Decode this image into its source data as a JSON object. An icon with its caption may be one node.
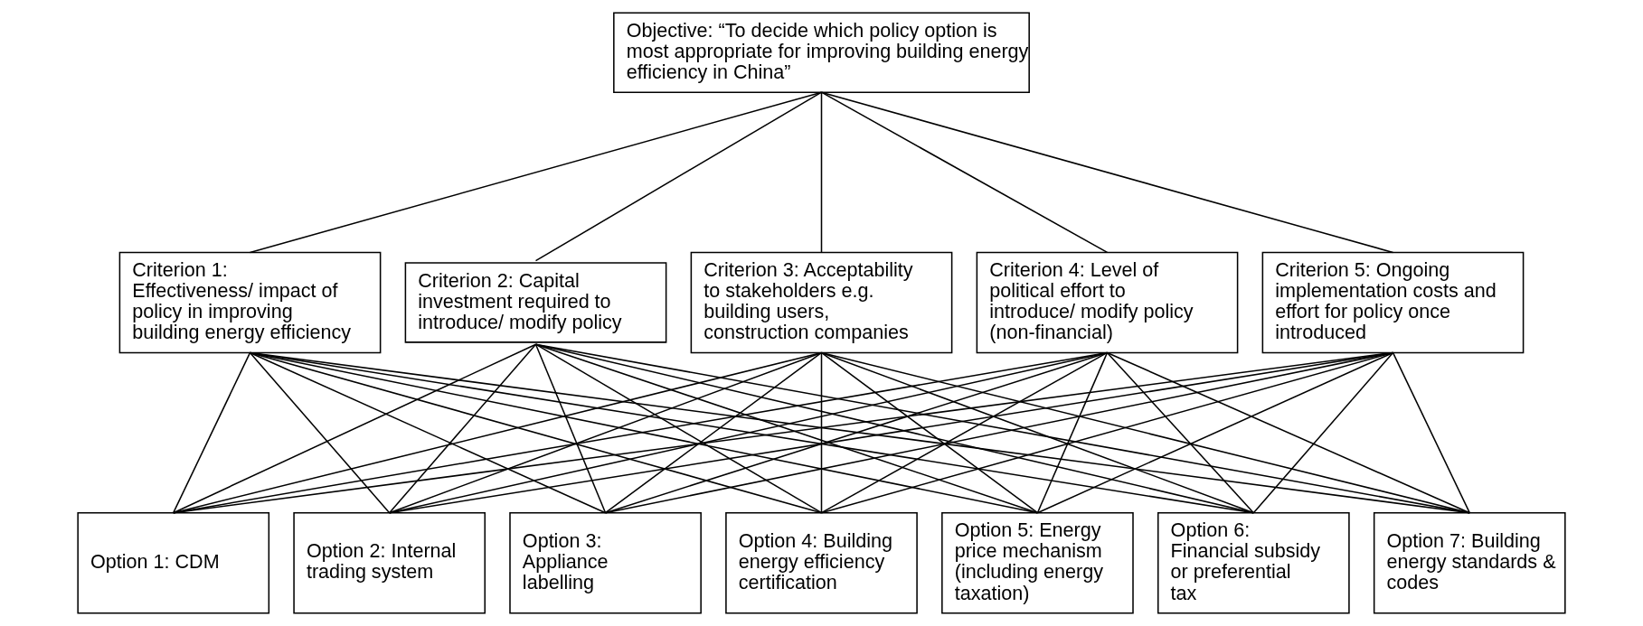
{
  "diagram": {
    "nodes": [
      {
        "text": [
          "Objective: “To decide which policy option is most appropriate for improving building energy efficiency in China”"
        ]
      },
      {
        "text": [
          "Criterion 1: Effectiveness/ impact of policy in improving building energy efficiency"
        ]
      },
      {
        "text": [
          "Criterion 2: Capital investment required to introduce/ modify policy"
        ]
      },
      {
        "text": [
          "Criterion 3: Acceptability to stakeholders e.g. building users, construction companies"
        ]
      },
      {
        "text": [
          "Criterion 4: Level of political effort to introduce/ modify policy (non-financial)"
        ]
      },
      {
        "text": [
          "Criterion 5: Ongoing implementation costs and effort for policy once introduced"
        ]
      },
      {
        "text": [
          "Option 1: CDM"
        ]
      },
      {
        "text": [
          "Option 2: Internal trading system"
        ]
      },
      {
        "text": [
          "Option 3: Appliance labelling"
        ]
      },
      {
        "text": [
          "Option 4: Building energy efficiency certification"
        ]
      },
      {
        "text": [
          "Option 5: Energy price mechanism (including energy taxation)"
        ]
      },
      {
        "text": [
          "Option 6: Financial subsidy or preferential tax"
        ]
      },
      {
        "text": [
          "Option 7: Building energy standards & codes"
        ]
      }
    ],
    "edges": [
      {
        "from": 0,
        "to": 1,
        "arrow": "none"
      },
      {
        "from": 0,
        "to": 2,
        "arrow": "none"
      },
      {
        "from": 0,
        "to": 3,
        "arrow": "none"
      },
      {
        "from": 0,
        "to": 4,
        "arrow": "none"
      },
      {
        "from": 0,
        "to": 5,
        "arrow": "none"
      },
      {
        "from": 1,
        "to": 6,
        "arrow": "none"
      },
      {
        "from": 1,
        "to": 7,
        "arrow": "none"
      },
      {
        "from": 1,
        "to": 8,
        "arrow": "none"
      },
      {
        "from": 1,
        "to": 9,
        "arrow": "none"
      },
      {
        "from": 1,
        "to": 10,
        "arrow": "none"
      },
      {
        "from": 1,
        "to": 11,
        "arrow": "none"
      },
      {
        "from": 1,
        "to": 12,
        "arrow": "none"
      },
      {
        "from": 2,
        "to": 6,
        "arrow": "none"
      },
      {
        "from": 2,
        "to": 7,
        "arrow": "none"
      },
      {
        "from": 2,
        "to": 8,
        "arrow": "none"
      },
      {
        "from": 2,
        "to": 9,
        "arrow": "none"
      },
      {
        "from": 2,
        "to": 10,
        "arrow": "none"
      },
      {
        "from": 2,
        "to": 11,
        "arrow": "none"
      },
      {
        "from": 2,
        "to": 12,
        "arrow": "none"
      },
      {
        "from": 3,
        "to": 6,
        "arrow": "none"
      },
      {
        "from": 3,
        "to": 7,
        "arrow": "none"
      },
      {
        "from": 3,
        "to": 8,
        "arrow": "none"
      },
      {
        "from": 3,
        "to": 9,
        "arrow": "none"
      },
      {
        "from": 3,
        "to": 10,
        "arrow": "none"
      },
      {
        "from": 3,
        "to": 11,
        "arrow": "none"
      },
      {
        "from": 3,
        "to": 12,
        "arrow": "none"
      },
      {
        "from": 4,
        "to": 6,
        "arrow": "none"
      },
      {
        "from": 4,
        "to": 7,
        "arrow": "none"
      },
      {
        "from": 4,
        "to": 8,
        "arrow": "none"
      },
      {
        "from": 4,
        "to": 9,
        "arrow": "none"
      },
      {
        "from": 4,
        "to": 10,
        "arrow": "none"
      },
      {
        "from": 4,
        "to": 11,
        "arrow": "none"
      },
      {
        "from": 4,
        "to": 12,
        "arrow": "none"
      },
      {
        "from": 5,
        "to": 6,
        "arrow": "none"
      },
      {
        "from": 5,
        "to": 7,
        "arrow": "none"
      },
      {
        "from": 5,
        "to": 8,
        "arrow": "none"
      },
      {
        "from": 5,
        "to": 9,
        "arrow": "none"
      },
      {
        "from": 5,
        "to": 10,
        "arrow": "none"
      },
      {
        "from": 5,
        "to": 11,
        "arrow": "none"
      },
      {
        "from": 5,
        "to": 12,
        "arrow": "none"
      }
    ]
  }
}
